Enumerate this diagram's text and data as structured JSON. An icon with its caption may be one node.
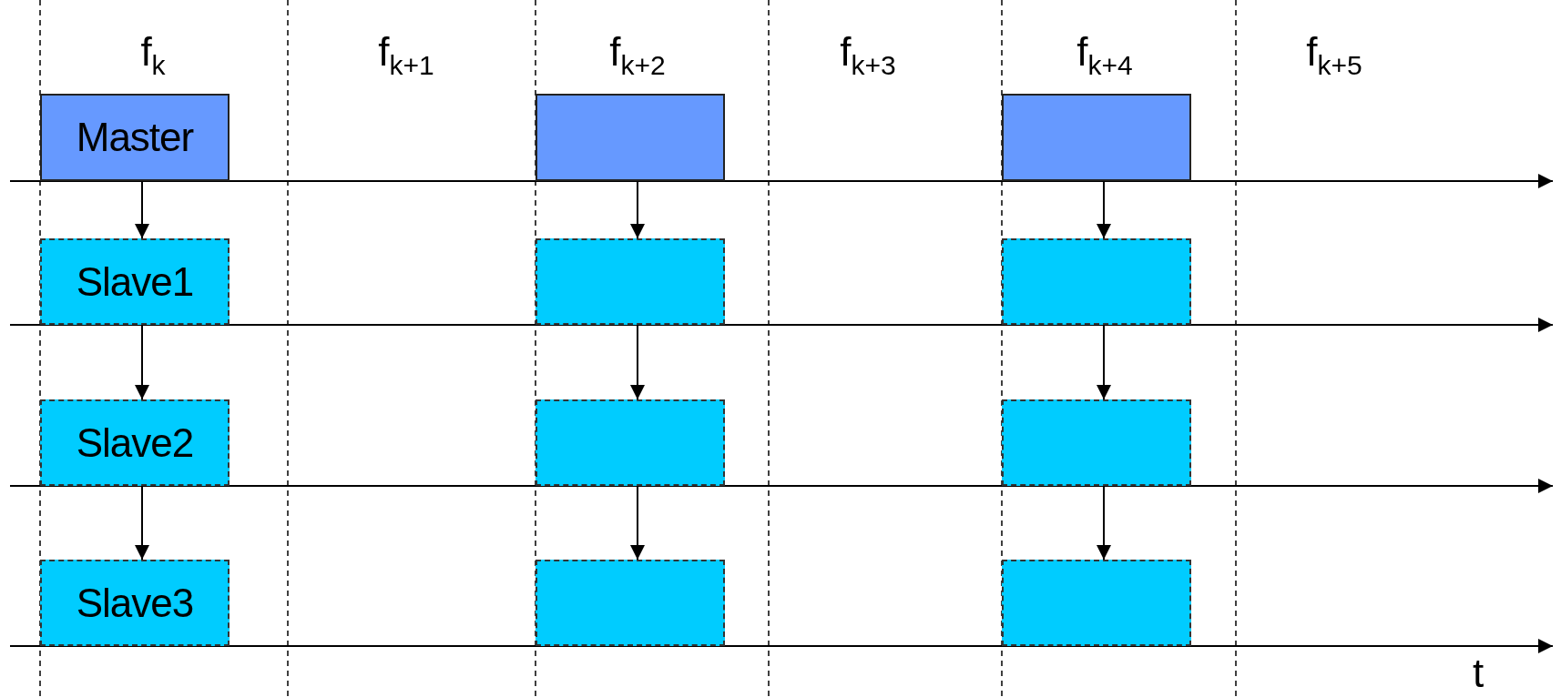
{
  "diagram": {
    "nodes": [
      {
        "text": [
          "Master"
        ]
      },
      {
        "text": [],
        "shape": "box"
      },
      {
        "text": [],
        "shape": "box"
      },
      {
        "text": [
          "Slave1"
        ]
      },
      {
        "text": [],
        "shape": "box"
      },
      {
        "text": [],
        "shape": "box"
      },
      {
        "text": [
          "Slave2"
        ]
      },
      {
        "text": [],
        "shape": "box"
      },
      {
        "text": [],
        "shape": "box"
      },
      {
        "text": [
          "Slave3"
        ]
      },
      {
        "text": [],
        "shape": "box"
      },
      {
        "text": [],
        "shape": "box"
      }
    ],
    "edges": [
      {
        "from": 0,
        "to": 3,
        "arrow": "to"
      },
      {
        "from": 3,
        "to": 6,
        "arrow": "to"
      },
      {
        "from": 6,
        "to": 9,
        "arrow": "to"
      },
      {
        "from": 1,
        "to": 4,
        "arrow": "to"
      },
      {
        "from": 4,
        "to": 7,
        "arrow": "to"
      },
      {
        "from": 7,
        "to": 10,
        "arrow": "to"
      },
      {
        "from": 2,
        "to": 5,
        "arrow": "to"
      },
      {
        "from": 5,
        "to": 8,
        "arrow": "to"
      },
      {
        "from": 8,
        "to": 11,
        "arrow": "to"
      }
    ],
    "labels": [
      "f$_{k}$",
      "f$_{k+1}$",
      "f$_{k+2}$",
      "f$_{k+3}$",
      "f$_{k+4}$",
      "f$_{k+5}$",
      "t"
    ]
  }
}
